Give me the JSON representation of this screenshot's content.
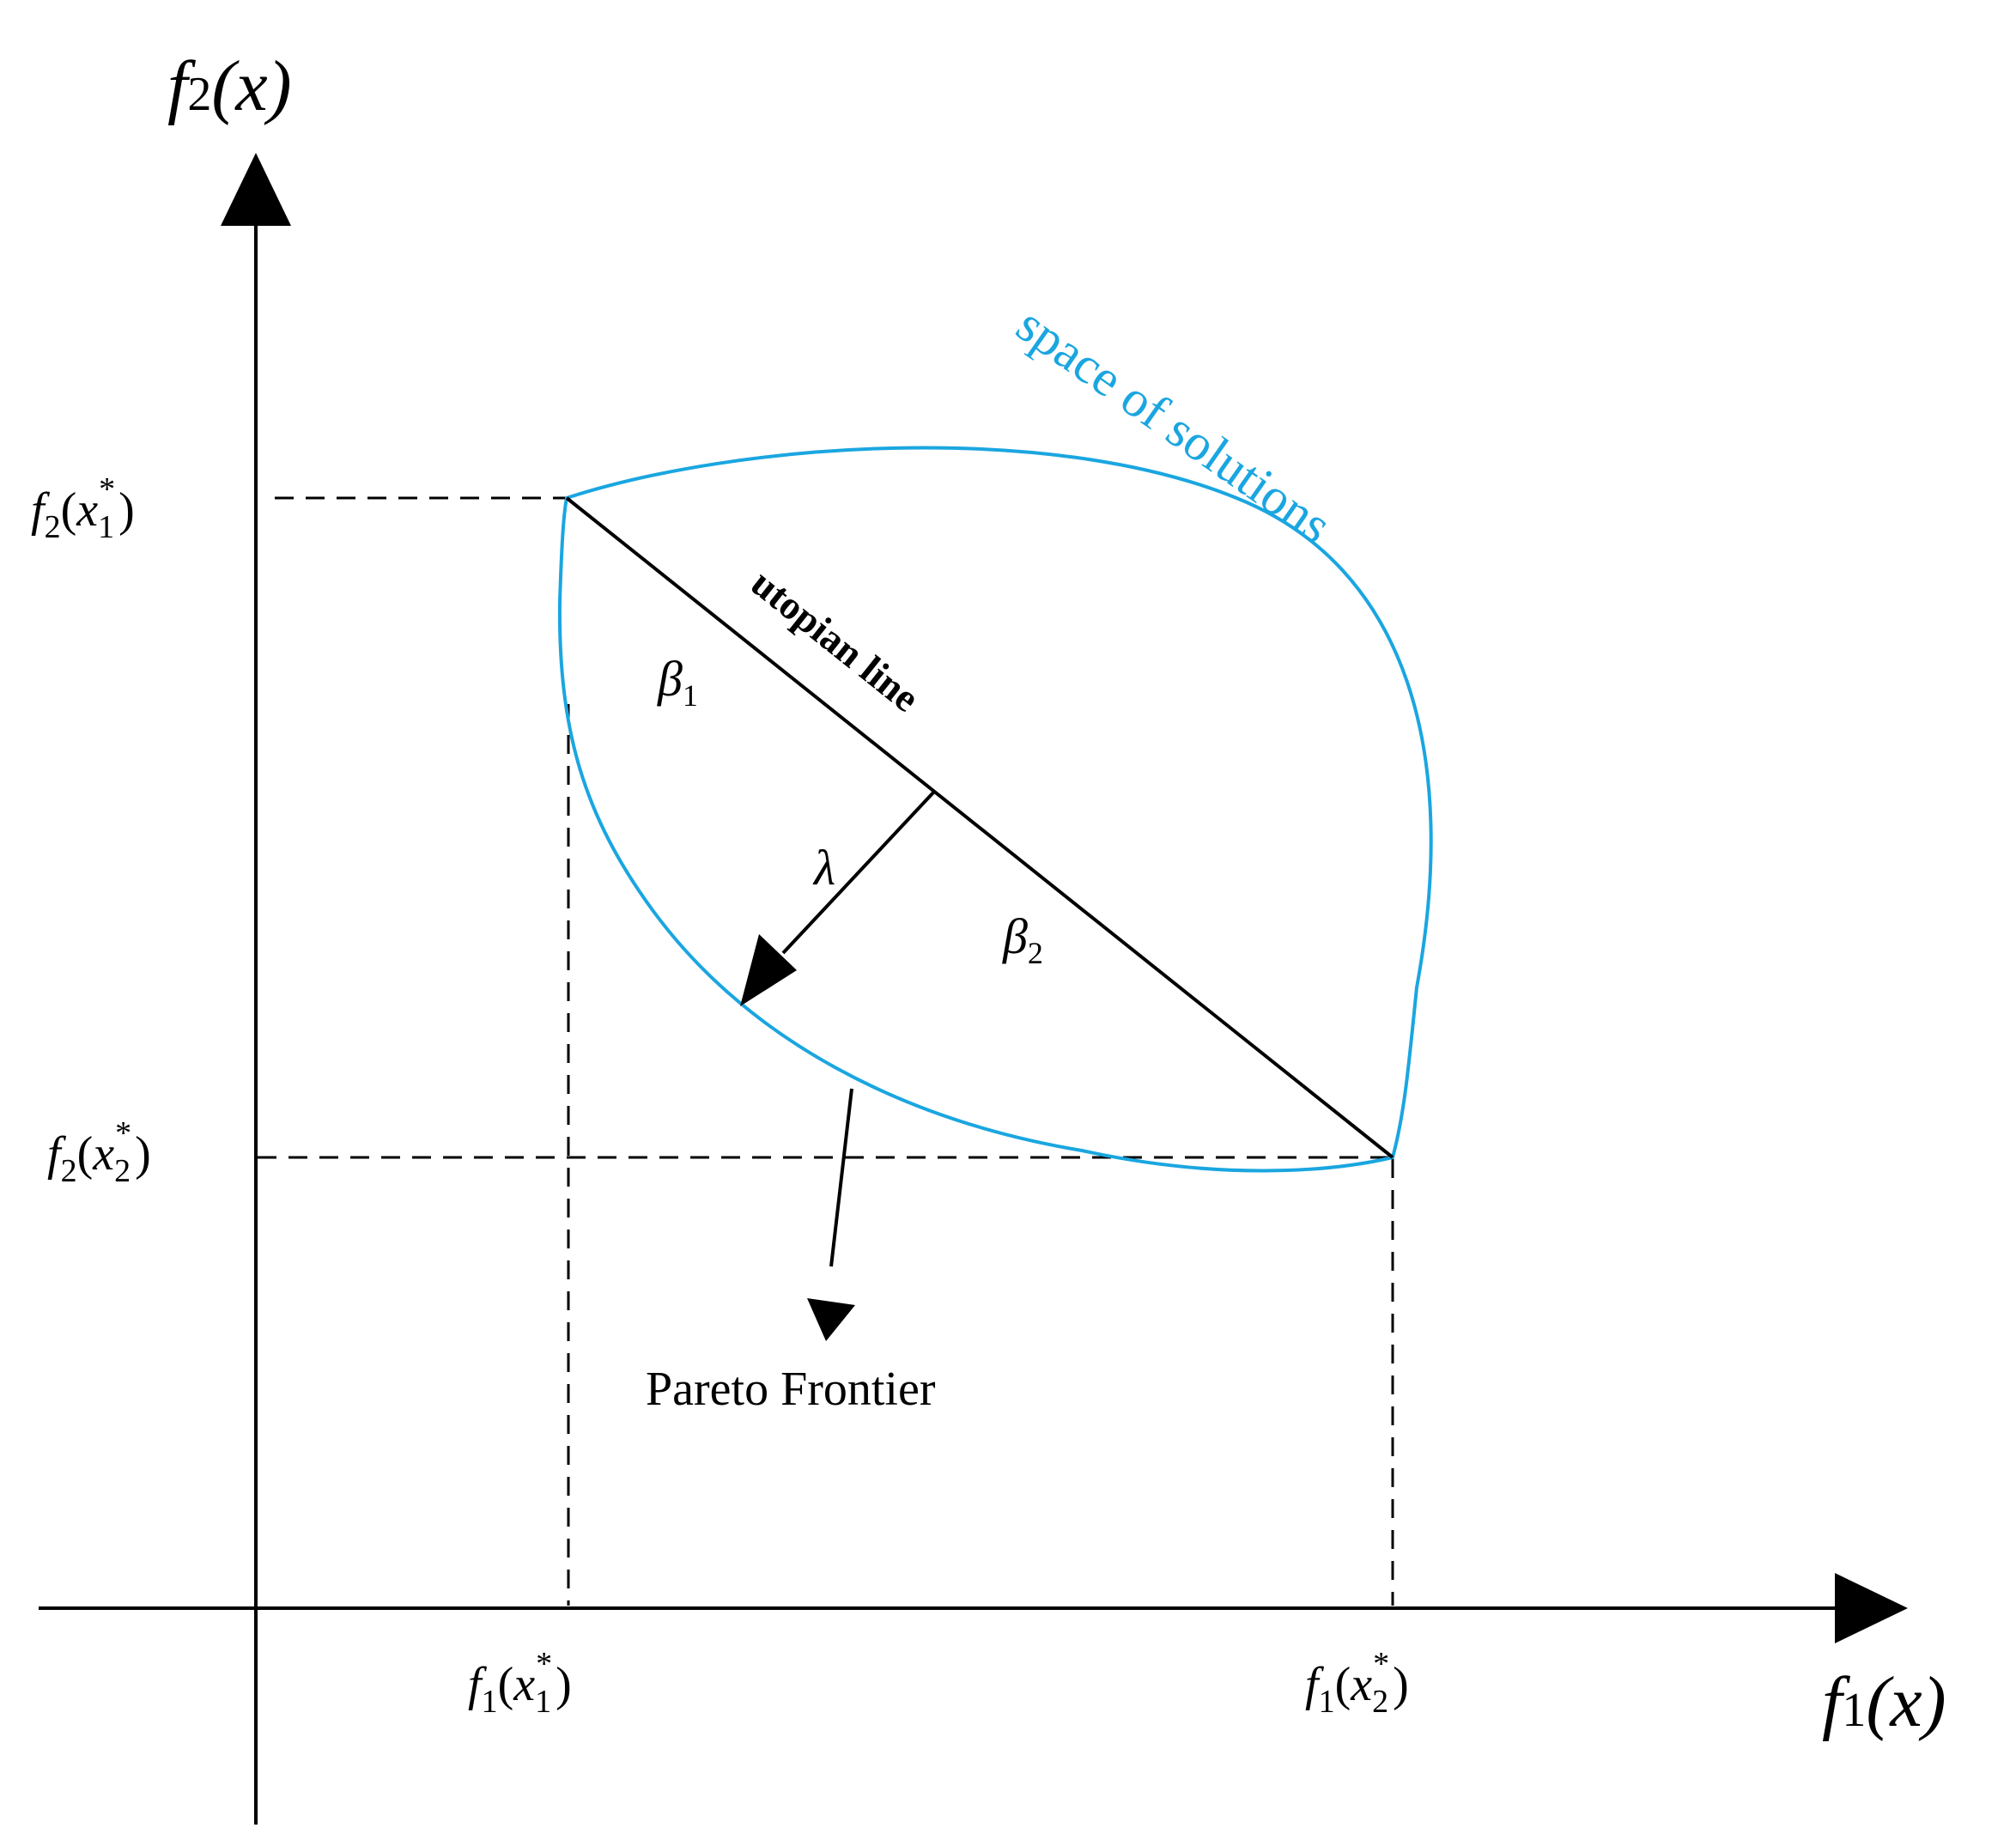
{
  "colors": {
    "axis": "#000000",
    "solution_space": "#1aa6e0",
    "label_space": "#1aa6e0",
    "background": "#ffffff"
  },
  "axes": {
    "y_label": {
      "f": "f",
      "sub": "2",
      "rest": "(x)"
    },
    "x_label": {
      "f": "f",
      "sub": "1",
      "rest": "(x)"
    }
  },
  "ticks": {
    "y_top": {
      "f": "f",
      "fsub": "2",
      "open": "(",
      "x": "x",
      "xsub": "1",
      "sup": "*",
      "close": ")"
    },
    "y_bottom": {
      "f": "f",
      "fsub": "2",
      "open": "(",
      "x": "x",
      "xsub": "2",
      "sup": "*",
      "close": ")"
    },
    "x_left": {
      "f": "f",
      "fsub": "1",
      "open": "(",
      "x": "x",
      "xsub": "1",
      "sup": "*",
      "close": ")"
    },
    "x_right": {
      "f": "f",
      "fsub": "1",
      "open": "(",
      "x": "x",
      "xsub": "2",
      "sup": "*",
      "close": ")"
    }
  },
  "labels": {
    "space_of_solutions": "space of solutions",
    "utopian_line": "utopian line",
    "beta1": {
      "sym": "β",
      "sub": "1"
    },
    "beta2": {
      "sym": "β",
      "sub": "2"
    },
    "lambda": "λ",
    "pareto_frontier": "Pareto Frontier"
  }
}
